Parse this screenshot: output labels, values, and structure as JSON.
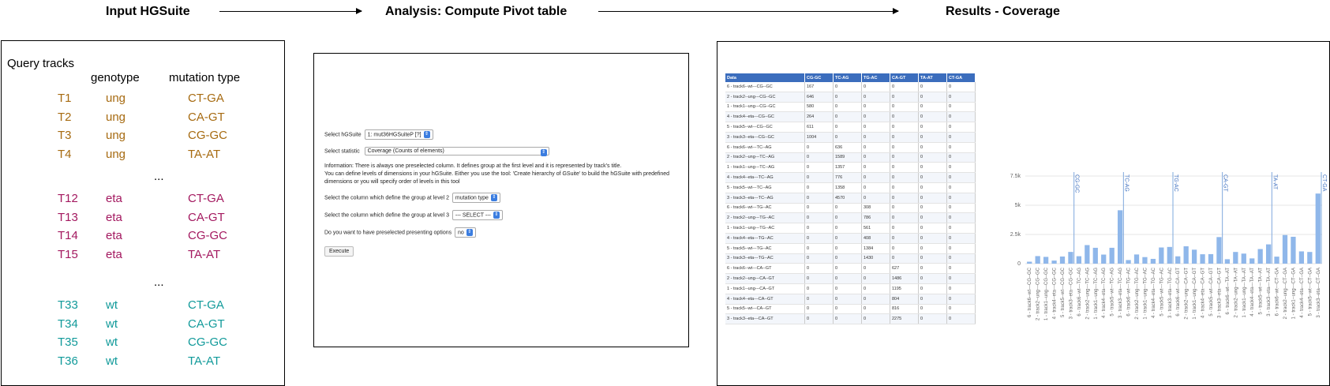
{
  "headers": {
    "input": "Input HGSuite",
    "analysis": "Analysis: Compute Pivot table",
    "results": "Results - Coverage"
  },
  "input_panel": {
    "query_tracks_label": "Query tracks",
    "col_genotype": "genotype",
    "col_mutation": "mutation type",
    "ellipsis": "...",
    "groups": [
      {
        "color": "#a66a10",
        "rows": [
          {
            "track": "T1",
            "genotype": "ung",
            "mutation": "CT-GA"
          },
          {
            "track": "T2",
            "genotype": "ung",
            "mutation": "CA-GT"
          },
          {
            "track": "T3",
            "genotype": "ung",
            "mutation": "CG-GC"
          },
          {
            "track": "T4",
            "genotype": "ung",
            "mutation": "TA-AT"
          }
        ]
      },
      {
        "color": "#a3185f",
        "rows": [
          {
            "track": "T12",
            "genotype": "eta",
            "mutation": "CT-GA"
          },
          {
            "track": "T13",
            "genotype": "eta",
            "mutation": "CA-GT"
          },
          {
            "track": "T14",
            "genotype": "eta",
            "mutation": "CG-GC"
          },
          {
            "track": "T15",
            "genotype": "eta",
            "mutation": "TA-AT"
          }
        ]
      },
      {
        "color": "#119a9a",
        "rows": [
          {
            "track": "T33",
            "genotype": "wt",
            "mutation": "CT-GA"
          },
          {
            "track": "T34",
            "genotype": "wt",
            "mutation": "CA-GT"
          },
          {
            "track": "T35",
            "genotype": "wt",
            "mutation": "CG-GC"
          },
          {
            "track": "T36",
            "genotype": "wt",
            "mutation": "TA-AT"
          }
        ]
      }
    ]
  },
  "analysis_form": {
    "hgsuite_label": "Select hGSuite",
    "hgsuite_value": "1: mut36HGSuiteP [?]",
    "statistic_label": "Select statistic",
    "statistic_value": "Coverage (Counts of elements)",
    "info_line1": "Information: There is always one preselected column. It defines group at the first level and it is represented by track's title.",
    "info_line2": "You can define levels of dimensions in your hGSuite. Either you use the tool: 'Create hierarchy of GSuite' to build the hGSuite with predefined",
    "info_line3": "dimensions or you will specify order of levels in this tool",
    "level2_label": "Select the column which define the group at level 2",
    "level2_value": "mutation type",
    "level3_label": "Select the column which define the group at level 3",
    "level3_value": "--- SELECT ---",
    "present_label": "Do you want to have preselected presenting options",
    "present_value": "no",
    "execute_label": "Execute"
  },
  "results_table": {
    "columns": [
      "Data",
      "CG-GC",
      "TC-AG",
      "TG-AC",
      "CA-GT",
      "TA-AT",
      "CT-GA"
    ],
    "rows": [
      [
        "6 - track6--wt---CG--GC",
        "167",
        "0",
        "0",
        "0",
        "0",
        "0"
      ],
      [
        "2 - track2--ung---CG--GC",
        "646",
        "0",
        "0",
        "0",
        "0",
        "0"
      ],
      [
        "1 - track1--ung---CG--GC",
        "580",
        "0",
        "0",
        "0",
        "0",
        "0"
      ],
      [
        "4 - track4--eta---CG--GC",
        "264",
        "0",
        "0",
        "0",
        "0",
        "0"
      ],
      [
        "5 - track5--wt---CG--GC",
        "611",
        "0",
        "0",
        "0",
        "0",
        "0"
      ],
      [
        "3 - track3--eta---CG--GC",
        "1004",
        "0",
        "0",
        "0",
        "0",
        "0"
      ],
      [
        "6 - track6--wt---TC--AG",
        "0",
        "636",
        "0",
        "0",
        "0",
        "0"
      ],
      [
        "2 - track2--ung---TC--AG",
        "0",
        "1589",
        "0",
        "0",
        "0",
        "0"
      ],
      [
        "1 - track1--ung---TC--AG",
        "0",
        "1357",
        "0",
        "0",
        "0",
        "0"
      ],
      [
        "4 - track4--eta---TC--AG",
        "0",
        "776",
        "0",
        "0",
        "0",
        "0"
      ],
      [
        "5 - track5--wt---TC--AG",
        "0",
        "1358",
        "0",
        "0",
        "0",
        "0"
      ],
      [
        "3 - track3--eta---TC--AG",
        "0",
        "4570",
        "0",
        "0",
        "0",
        "0"
      ],
      [
        "6 - track6--wt---TG--AC",
        "0",
        "0",
        "308",
        "0",
        "0",
        "0"
      ],
      [
        "2 - track2--ung---TG--AC",
        "0",
        "0",
        "786",
        "0",
        "0",
        "0"
      ],
      [
        "1 - track1--ung---TG--AC",
        "0",
        "0",
        "561",
        "0",
        "0",
        "0"
      ],
      [
        "4 - track4--eta---TG--AC",
        "0",
        "0",
        "408",
        "0",
        "0",
        "0"
      ],
      [
        "5 - track5--wt---TG--AC",
        "0",
        "0",
        "1384",
        "0",
        "0",
        "0"
      ],
      [
        "3 - track3--eta---TG--AC",
        "0",
        "0",
        "1430",
        "0",
        "0",
        "0"
      ],
      [
        "6 - track6--wt---CA--GT",
        "0",
        "0",
        "0",
        "627",
        "0",
        "0"
      ],
      [
        "2 - track2--ung---CA--GT",
        "0",
        "0",
        "0",
        "1486",
        "0",
        "0"
      ],
      [
        "1 - track1--ung---CA--GT",
        "0",
        "0",
        "0",
        "1195",
        "0",
        "0"
      ],
      [
        "4 - track4--eta---CA--GT",
        "0",
        "0",
        "0",
        "804",
        "0",
        "0"
      ],
      [
        "5 - track5--wt---CA--GT",
        "0",
        "0",
        "0",
        "816",
        "0",
        "0"
      ],
      [
        "3 - track3--eta---CA--GT",
        "0",
        "0",
        "0",
        "2275",
        "0",
        "0"
      ]
    ]
  },
  "chart_data": {
    "type": "bar",
    "ylim": [
      0,
      7500
    ],
    "yticks": [
      0,
      2500,
      5000,
      7500
    ],
    "ytick_labels": [
      "0",
      "2.5k",
      "5k",
      "7.5k"
    ],
    "bar_color": "#8fb7ea",
    "groups": [
      "CG-GC",
      "TC-AG",
      "TG-AC",
      "CA-GT",
      "TA-AT",
      "CT-GA"
    ],
    "group_size": 6,
    "categories": [
      "6 - track6--wt---CG--GC",
      "2 - track2--ung---CG--GC",
      "1 - track1--ung---CG--GC",
      "4 - track4--eta---CG--GC",
      "5 - track5--wt---CG--GC",
      "3 - track3--eta---CG--GC",
      "6 - track6--wt---TC--AG",
      "2 - track2--ung---TC--AG",
      "1 - track1--ung---TC--AG",
      "4 - track4--eta---TC--AG",
      "5 - track5--wt---TC--AG",
      "3 - track3--eta---TC--AG",
      "6 - track6--wt---TG--AC",
      "2 - track2--ung---TG--AC",
      "1 - track1--ung---TG--AC",
      "4 - track4--eta---TG--AC",
      "5 - track5--wt---TG--AC",
      "3 - track3--eta---TG--AC",
      "6 - track6--wt---CA--GT",
      "2 - track2--ung---CA--GT",
      "1 - track1--ung---CA--GT",
      "4 - track4--eta---CA--GT",
      "5 - track5--wt---CA--GT",
      "3 - track3--eta---CA--GT",
      "6 - track6--wt---TA--AT",
      "2 - track2--ung---TA--AT",
      "1 - track1--ung---TA--AT",
      "4 - track4--eta---TA--AT",
      "5 - track5--wt---TA--AT",
      "3 - track3--eta---TA--AT",
      "6 - track6--wt---CT--GA",
      "2 - track2--ung---CT--GA",
      "1 - track1--ung---CT--GA",
      "4 - track4--eta---CT--GA",
      "5 - track5--wt---CT--GA",
      "3 - track3--eta---CT--GA"
    ],
    "values": [
      167,
      646,
      580,
      264,
      611,
      1004,
      636,
      1589,
      1357,
      776,
      1358,
      4570,
      308,
      786,
      561,
      408,
      1384,
      1430,
      627,
      1486,
      1195,
      804,
      816,
      2275,
      380,
      1000,
      860,
      450,
      1250,
      1650,
      600,
      2450,
      2300,
      1050,
      1000,
      6000
    ]
  }
}
